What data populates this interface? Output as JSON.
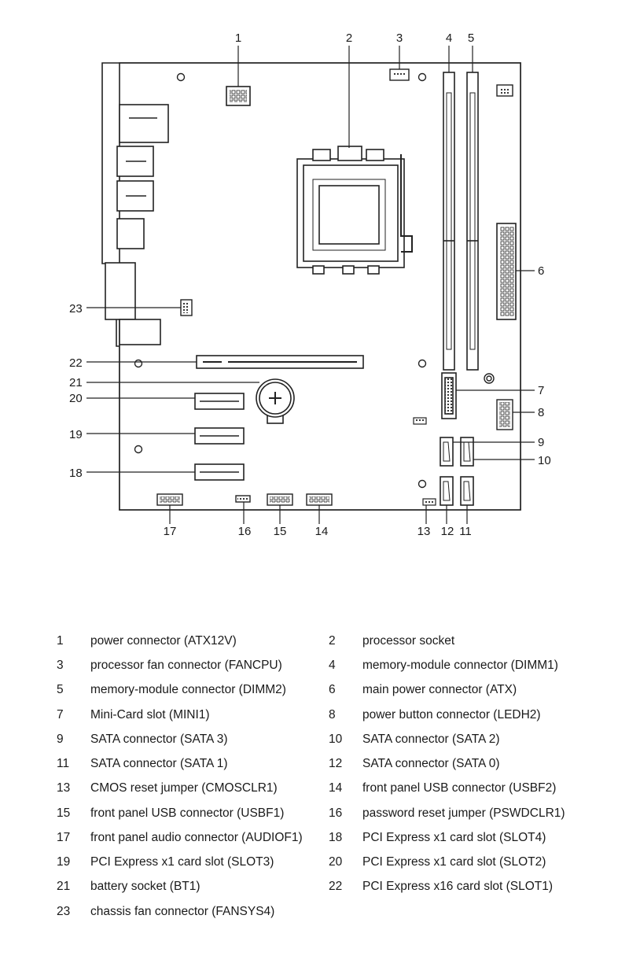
{
  "callouts": [
    "1",
    "2",
    "3",
    "4",
    "5",
    "6",
    "7",
    "8",
    "9",
    "10",
    "11",
    "12",
    "13",
    "14",
    "15",
    "16",
    "17",
    "18",
    "19",
    "20",
    "21",
    "22",
    "23"
  ],
  "legend": [
    {
      "num": "1",
      "text": "power connector (ATX12V)"
    },
    {
      "num": "2",
      "text": "processor socket"
    },
    {
      "num": "3",
      "text": "processor fan connector (FANCPU)"
    },
    {
      "num": "4",
      "text": "memory-module connector (DIMM1)"
    },
    {
      "num": "5",
      "text": "memory-module connector (DIMM2)"
    },
    {
      "num": "6",
      "text": "main power connector (ATX)"
    },
    {
      "num": "7",
      "text": "Mini-Card slot (MINI1)"
    },
    {
      "num": "8",
      "text": "power button connector (LEDH2)"
    },
    {
      "num": "9",
      "text": "SATA connector (SATA 3)"
    },
    {
      "num": "10",
      "text": "SATA connector (SATA 2)"
    },
    {
      "num": "11",
      "text": "SATA connector (SATA 1)"
    },
    {
      "num": "12",
      "text": "SATA connector (SATA 0)"
    },
    {
      "num": "13",
      "text": "CMOS reset jumper (CMOSCLR1)"
    },
    {
      "num": "14",
      "text": "front panel USB connector (USBF2)"
    },
    {
      "num": "15",
      "text": "front panel USB connector (USBF1)"
    },
    {
      "num": "16",
      "text": "password reset jumper (PSWDCLR1)"
    },
    {
      "num": "17",
      "text": "front panel audio connector (AUDIOF1)"
    },
    {
      "num": "18",
      "text": "PCI Express x1 card slot (SLOT4)"
    },
    {
      "num": "19",
      "text": "PCI Express x1 card slot (SLOT3)"
    },
    {
      "num": "20",
      "text": "PCI Express x1 card slot (SLOT2)"
    },
    {
      "num": "21",
      "text": "battery socket (BT1)"
    },
    {
      "num": "22",
      "text": "PCI Express x16 card slot (SLOT1)"
    },
    {
      "num": "23",
      "text": "chassis fan connector (FANSYS4)"
    }
  ]
}
